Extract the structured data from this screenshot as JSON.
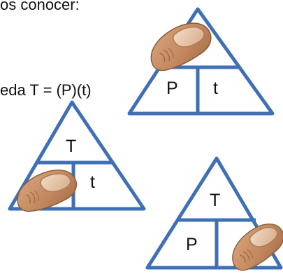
{
  "text": {
    "intro_fragment": "os conocer:",
    "formula_fragment": "eda T = (P)(t)"
  },
  "triangles": [
    {
      "id": "find-T",
      "bottom_left": "P",
      "bottom_right": "t",
      "covered": "T"
    },
    {
      "id": "find-P",
      "top": "T",
      "bottom_right": "t",
      "covered": "P"
    },
    {
      "id": "find-t",
      "top": "T",
      "bottom_left": "P",
      "covered": "t"
    }
  ],
  "colors": {
    "triangle_stroke": "#3F6FB4",
    "finger_skin": "#C9916A",
    "nail": "#E8C6A8",
    "text": "#111111"
  },
  "icons": {
    "finger": "finger-icon"
  }
}
